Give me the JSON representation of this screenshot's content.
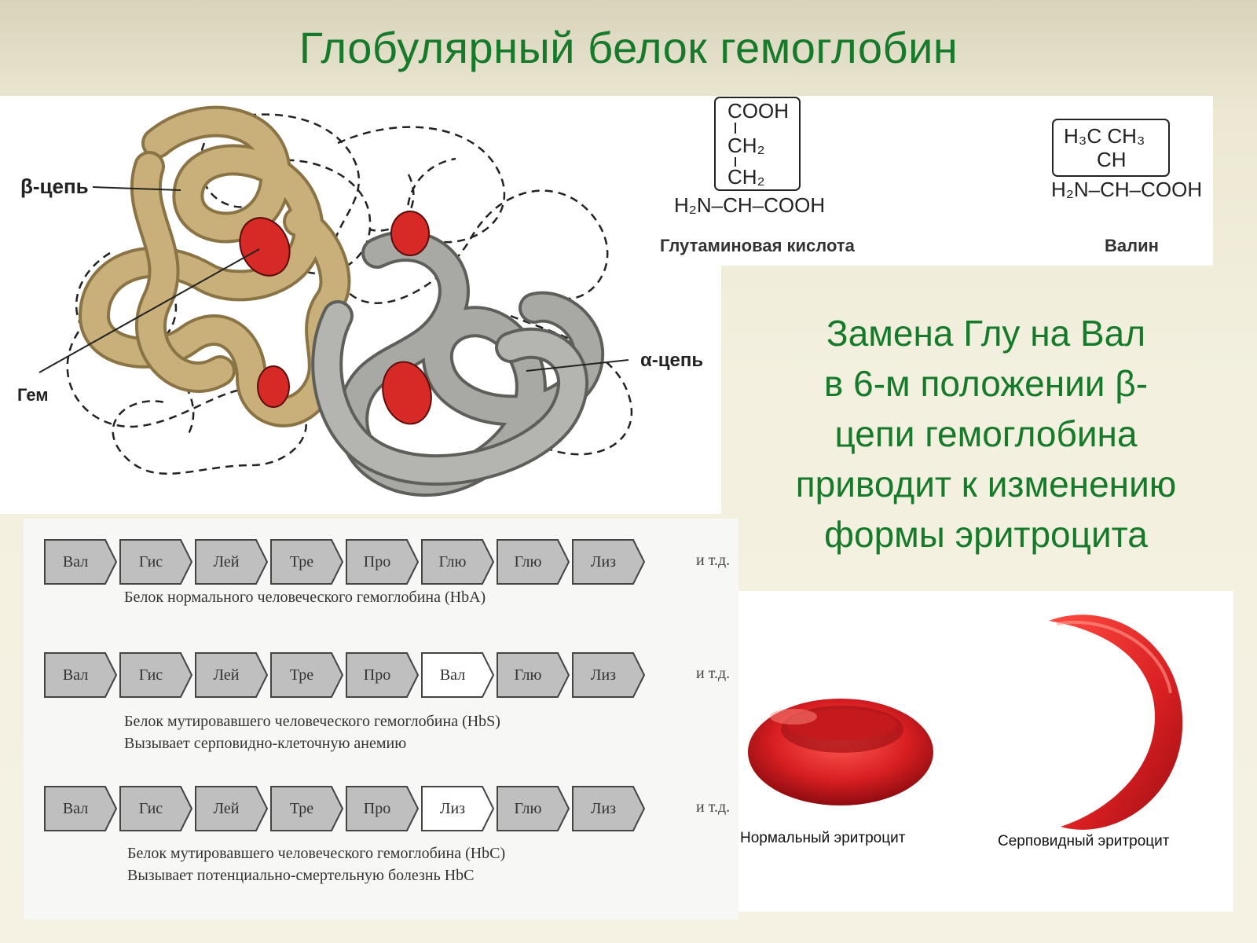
{
  "title": "Глобулярный белок гемоглобин",
  "structure": {
    "beta_label": "β-цепь",
    "alpha_label": "α-цепь",
    "heme_label": "Гем"
  },
  "amino_acids": {
    "glutamic": {
      "name": "Глутаминовая кислота",
      "lines": [
        "COOH",
        "CH₂",
        "CH₂",
        "H₂N–CH–COOH"
      ]
    },
    "valine": {
      "name": "Валин",
      "lines": [
        "H₃C  CH₃",
        "CH",
        "H₂N–CH–COOH"
      ]
    }
  },
  "mutation_text": {
    "line1": "Замена Глу на Вал",
    "line2": "в 6-м положении β-",
    "line3": "цепи гемоглобина",
    "line4": "приводит к изменению",
    "line5": "формы эритроцита"
  },
  "sequences": [
    {
      "residues": [
        "Вал",
        "Гис",
        "Лей",
        "Тре",
        "Про",
        "Глю",
        "Глю",
        "Лиз"
      ],
      "highlight_index": -1,
      "etc": "и т.д.",
      "caption": [
        "Белок нормального человеческого гемоглобина (HbA)"
      ]
    },
    {
      "residues": [
        "Вал",
        "Гис",
        "Лей",
        "Тре",
        "Про",
        "Вал",
        "Глю",
        "Лиз"
      ],
      "highlight_index": 5,
      "etc": "и т.д.",
      "caption": [
        "Белок мутировавшего человеческого гемоглобина (HbS)",
        "Вызывает серповидно-клеточную анемию"
      ]
    },
    {
      "residues": [
        "Вал",
        "Гис",
        "Лей",
        "Тре",
        "Про",
        "Лиз",
        "Глю",
        "Лиз"
      ],
      "highlight_index": 5,
      "etc": "и т.д.",
      "caption": [
        "Белок мутировавшего человеческого гемоглобина (HbC)",
        "Вызывает потенциально-смертельную болезнь HbC"
      ]
    }
  ],
  "cells": {
    "normal": "Нормальный эритроцит",
    "sickle": "Серповидный эритроцит"
  },
  "colors": {
    "title_green": "#157a2a",
    "beta_chain": "#c9b07a",
    "alpha_chain": "#9a9a96",
    "heme_red": "#d72a26",
    "cell_red": "#d91f22"
  }
}
